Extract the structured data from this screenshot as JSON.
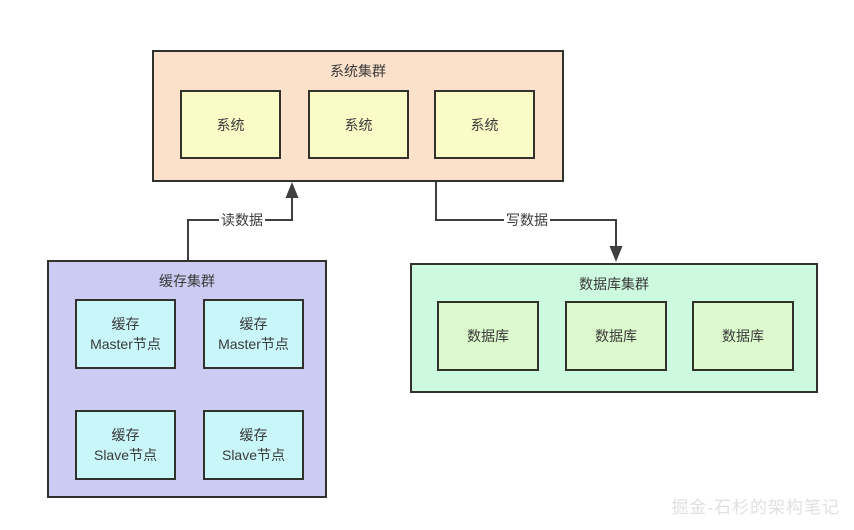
{
  "colors": {
    "border": "#32322c",
    "arrow": "#3f3f3f",
    "text": "#3a3a3a",
    "system_cluster_bg": "#fbe0ca",
    "system_node_bg": "#fbfbc8",
    "cache_cluster_bg": "#cbcbf3",
    "cache_node_bg": "#c9f7f9",
    "database_cluster_bg": "#cdfade",
    "database_node_bg": "#dcfacd",
    "watermark_color": "#e0e0e0"
  },
  "clusters": {
    "system": {
      "title": "系统集群",
      "nodes": [
        "系统",
        "系统",
        "系统"
      ]
    },
    "cache": {
      "title": "缓存集群",
      "master_nodes": [
        "缓存\nMaster节点",
        "缓存\nMaster节点"
      ],
      "slave_nodes": [
        "缓存\nSlave节点",
        "缓存\nSlave节点"
      ]
    },
    "database": {
      "title": "数据库集群",
      "nodes": [
        "数据库",
        "数据库",
        "数据库"
      ]
    }
  },
  "edges": {
    "read": {
      "label": "读数据"
    },
    "write": {
      "label": "写数据"
    }
  },
  "watermark": "掘金-石杉的架构笔记"
}
